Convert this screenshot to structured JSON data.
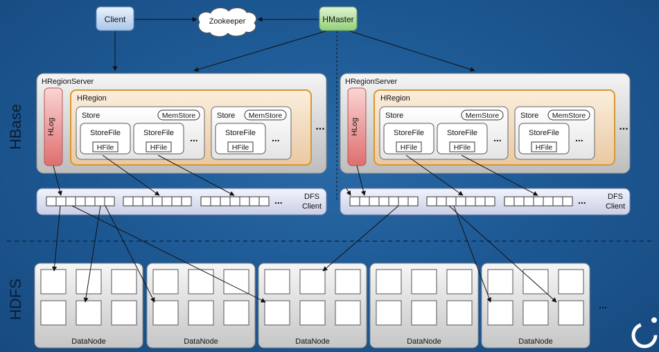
{
  "client": "Client",
  "zookeeper": "Zookeeper",
  "hmaster": "HMaster",
  "hbase_label": "HBase",
  "hdfs_label": "HDFS",
  "region_servers": [
    {
      "title": "HRegionServer",
      "hlog": "HLog",
      "hregion": "HRegion",
      "stores": [
        {
          "label": "Store",
          "memstore": "MemStore",
          "storefiles": [
            {
              "label": "StoreFile",
              "hfile": "HFile"
            },
            {
              "label": "StoreFile",
              "hfile": "HFile"
            }
          ],
          "more": "..."
        },
        {
          "label": "Store",
          "memstore": "MemStore",
          "storefiles": [
            {
              "label": "StoreFile",
              "hfile": "HFile"
            }
          ],
          "more": "..."
        }
      ],
      "region_more": "...",
      "dfs_client": [
        "DFS",
        "Client"
      ],
      "dfs_more": "..."
    },
    {
      "title": "HRegionServer",
      "hlog": "HLog",
      "hregion": "HRegion",
      "stores": [
        {
          "label": "Store",
          "memstore": "MemStore",
          "storefiles": [
            {
              "label": "StoreFile",
              "hfile": "HFile"
            },
            {
              "label": "StoreFile",
              "hfile": "HFile"
            }
          ],
          "more": "..."
        },
        {
          "label": "Store",
          "memstore": "MemStore",
          "storefiles": [
            {
              "label": "StoreFile",
              "hfile": "HFile"
            }
          ],
          "more": "..."
        }
      ],
      "region_more": "...",
      "dfs_client": [
        "DFS",
        "Client"
      ],
      "dfs_more": "..."
    }
  ],
  "datanodes": [
    "DataNode",
    "DataNode",
    "DataNode",
    "DataNode",
    "DataNode"
  ],
  "datanode_more": "...",
  "colors": {
    "background": "#1e5a95",
    "client_box": "#cfe0f5",
    "hmaster_box": "#b8e2a2",
    "server_box": "#e6e6e6",
    "hregion_box": "#f3dcc4",
    "hregion_border": "#d7962f",
    "hlog_box": "#e98a8a",
    "dfs_box": "#e1e5f3"
  }
}
